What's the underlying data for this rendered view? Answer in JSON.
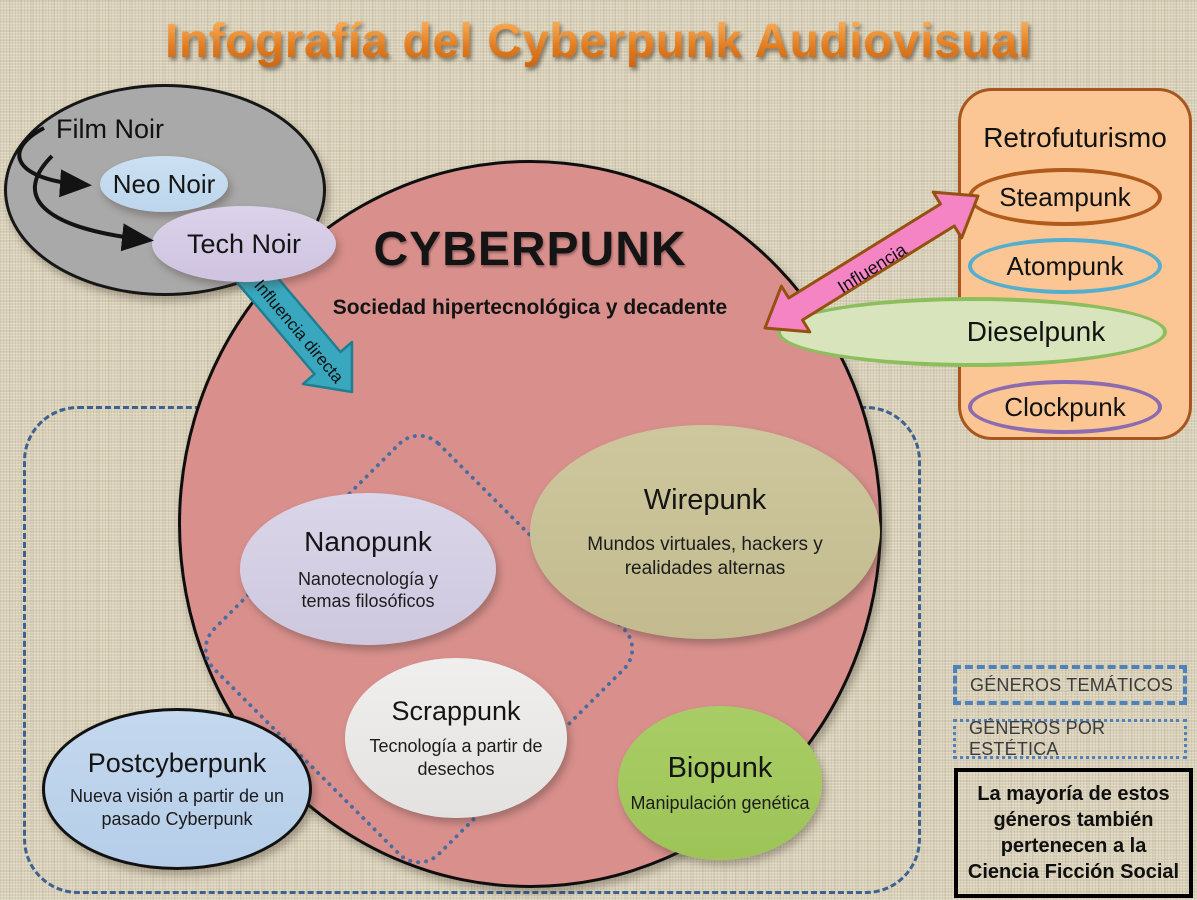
{
  "title": "Infografía del Cyberpunk Audiovisual",
  "noir": {
    "group_label": "Film Noir",
    "neo": "Neo Noir",
    "tech": "Tech Noir"
  },
  "cyberpunk": {
    "name": "CYBERPUNK",
    "subtitle": "Sociedad hipertecnológica y decadente"
  },
  "arrows": {
    "direct_influence": "Influencia directa",
    "influence": "Influencia"
  },
  "retrofuturismo": {
    "title": "Retrofuturismo",
    "items": [
      {
        "label": "Steampunk"
      },
      {
        "label": "Atompunk"
      },
      {
        "label": "Dieselpunk"
      },
      {
        "label": "Clockpunk"
      }
    ]
  },
  "subgenres": {
    "wirepunk": {
      "name": "Wirepunk",
      "desc": "Mundos virtuales, hackers y realidades alternas"
    },
    "nanopunk": {
      "name": "Nanopunk",
      "desc": "Nanotecnología y temas filosóficos"
    },
    "scrappunk": {
      "name": "Scrappunk",
      "desc": "Tecnología a partir de desechos"
    },
    "biopunk": {
      "name": "Biopunk",
      "desc": "Manipulación genética"
    },
    "postcyberpunk": {
      "name": "Postcyberpunk",
      "desc": "Nueva visión a partir de un pasado Cyberpunk"
    }
  },
  "legend": {
    "tematicos": "GÉNEROS TEMÁTICOS",
    "estetica": "GÉNEROS POR ESTÉTICA",
    "note": "La mayoría de estos géneros también pertenecen a la Ciencia Ficción Social"
  },
  "colors": {
    "bg": "#DAD2BA",
    "noir_gray": "#A9A9A9",
    "neo_noir_blue": "#BCD6EC",
    "tech_noir_lavender": "#CFC3E0",
    "cyberpunk_pink": "#D9908D",
    "wirepunk_olive": "#C3BB8F",
    "nanopunk_lavender": "#CEC8DF",
    "scrappunk_gray": "#E3E2E0",
    "biopunk_green": "#9DC457",
    "postcyberpunk_blue": "#B6CEE9",
    "retro_orange": "#FBC693",
    "retro_border": "#A8561E",
    "steampunk_border": "#B05A1B",
    "atompunk_border": "#55AECD",
    "dieselpunk_fill": "#D7E4BC",
    "dieselpunk_border": "#8CBE5D",
    "clockpunk_border": "#8C6BB1",
    "dashed_blue": "#3E6191",
    "dotted_blue": "#4A6D9F",
    "legend_blue": "#4F81BD",
    "teal_arrow": "#39A7BD",
    "teal_arrow_border": "#1F7E92",
    "pink_arrow": "#F584C5",
    "pink_arrow_border": "#94510F",
    "title_orange": "#E8822D"
  }
}
